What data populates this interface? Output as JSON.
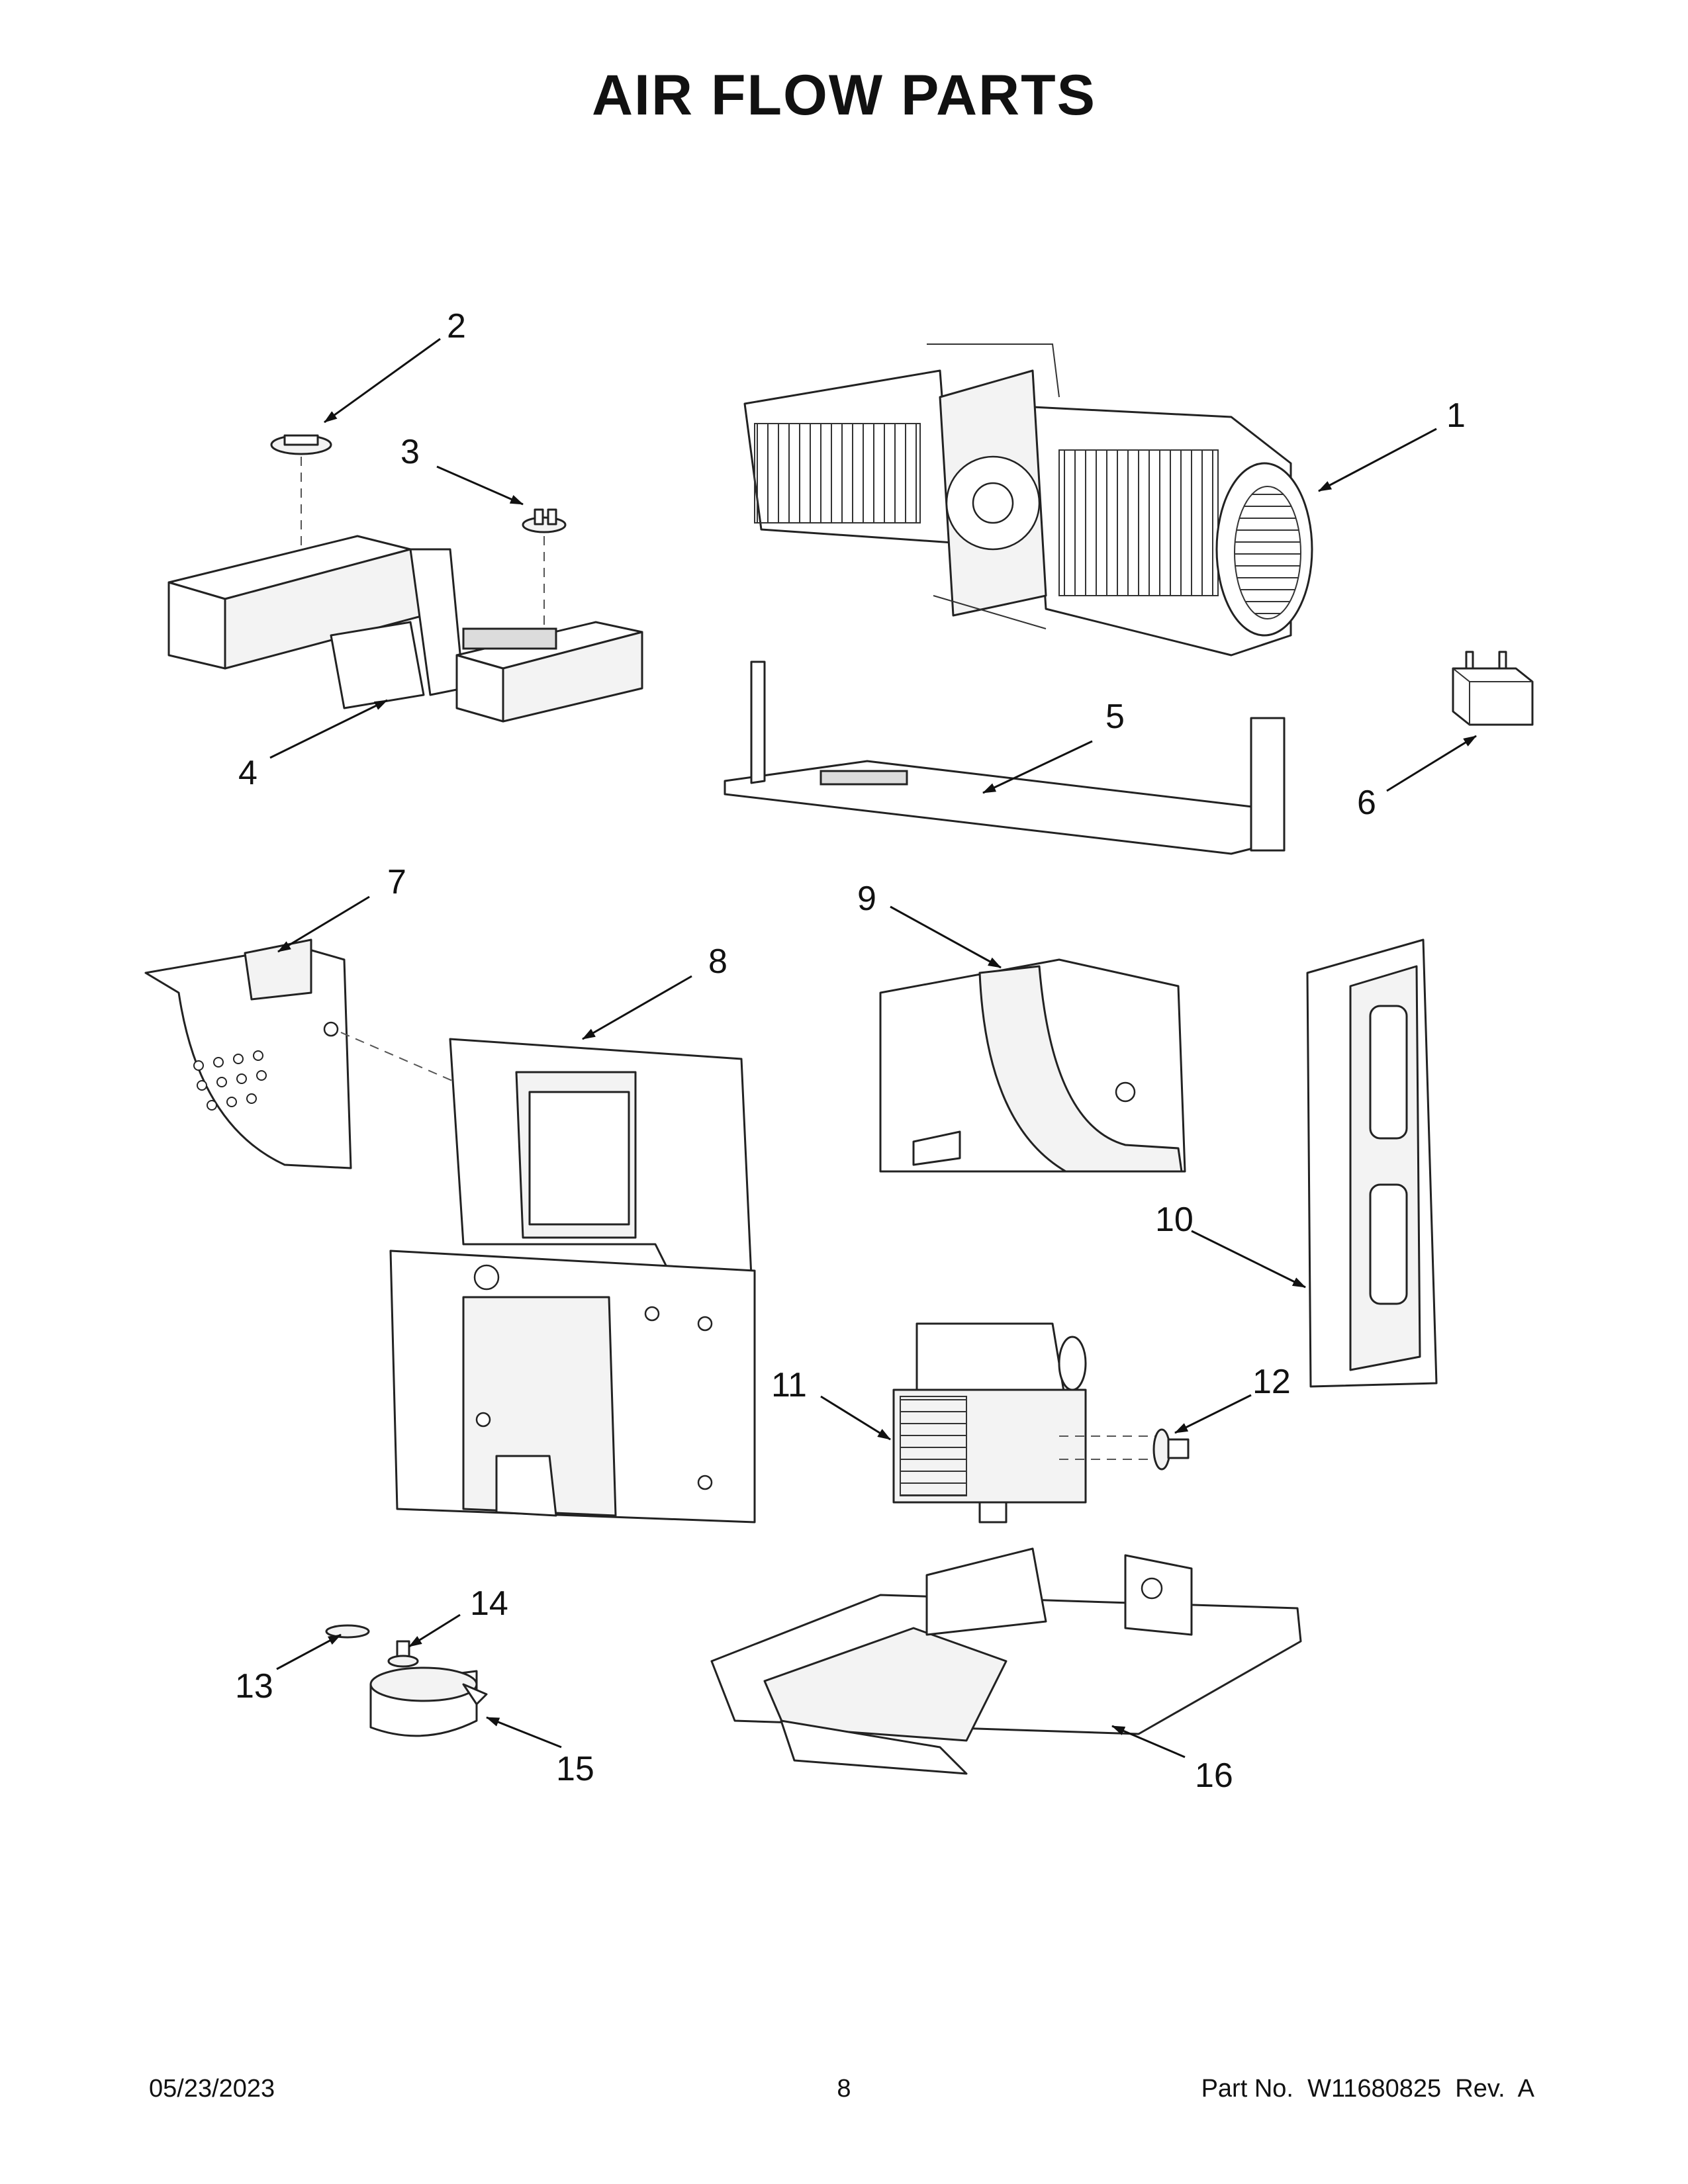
{
  "title": "AIR FLOW PARTS",
  "callouts": [
    "1",
    "2",
    "3",
    "4",
    "5",
    "6",
    "7",
    "8",
    "9",
    "10",
    "11",
    "12",
    "13",
    "14",
    "15",
    "16"
  ],
  "footer": {
    "date": "05/23/2023",
    "page": "8",
    "part_no": "Part No.  W11680825  Rev.  A"
  }
}
